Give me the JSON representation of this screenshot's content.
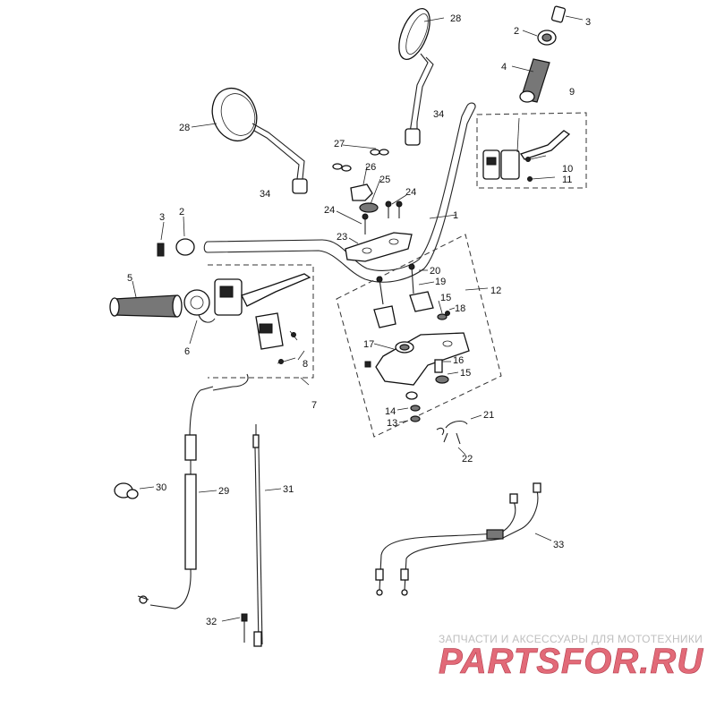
{
  "callouts": [
    {
      "id": "c28a",
      "text": "28"
    },
    {
      "id": "c3a",
      "text": "3"
    },
    {
      "id": "c2a",
      "text": "2"
    },
    {
      "id": "c4",
      "text": "4"
    },
    {
      "id": "c9",
      "text": "9"
    },
    {
      "id": "c34a",
      "text": "34"
    },
    {
      "id": "c28b",
      "text": "28"
    },
    {
      "id": "c27",
      "text": "27"
    },
    {
      "id": "c26",
      "text": "26"
    },
    {
      "id": "c25",
      "text": "25"
    },
    {
      "id": "c24a",
      "text": "24"
    },
    {
      "id": "c24b",
      "text": "24"
    },
    {
      "id": "c34b",
      "text": "34"
    },
    {
      "id": "c10",
      "text": "10"
    },
    {
      "id": "c11",
      "text": "11"
    },
    {
      "id": "c1",
      "text": "1"
    },
    {
      "id": "c3b",
      "text": "3"
    },
    {
      "id": "c2b",
      "text": "2"
    },
    {
      "id": "c23",
      "text": "23"
    },
    {
      "id": "c20",
      "text": "20"
    },
    {
      "id": "c5",
      "text": "5"
    },
    {
      "id": "c12",
      "text": "12"
    },
    {
      "id": "c19",
      "text": "19"
    },
    {
      "id": "c15a",
      "text": "15"
    },
    {
      "id": "c18",
      "text": "18"
    },
    {
      "id": "c6",
      "text": "6"
    },
    {
      "id": "c17",
      "text": "17"
    },
    {
      "id": "c8",
      "text": "8"
    },
    {
      "id": "c16",
      "text": "16"
    },
    {
      "id": "c15b",
      "text": "15"
    },
    {
      "id": "c7",
      "text": "7"
    },
    {
      "id": "c14",
      "text": "14"
    },
    {
      "id": "c13",
      "text": "13"
    },
    {
      "id": "c21",
      "text": "21"
    },
    {
      "id": "c22",
      "text": "22"
    },
    {
      "id": "c30",
      "text": "30"
    },
    {
      "id": "c29",
      "text": "29"
    },
    {
      "id": "c31",
      "text": "31"
    },
    {
      "id": "c33",
      "text": "33"
    },
    {
      "id": "c32",
      "text": "32"
    }
  ],
  "watermark": {
    "caption": "ЗАПЧАСТИ И АКСЕССУАРЫ ДЛЯ МОТОТЕХНИКИ",
    "logo": "PARTSFOR.RU",
    "logo_color": "#e26a78"
  }
}
